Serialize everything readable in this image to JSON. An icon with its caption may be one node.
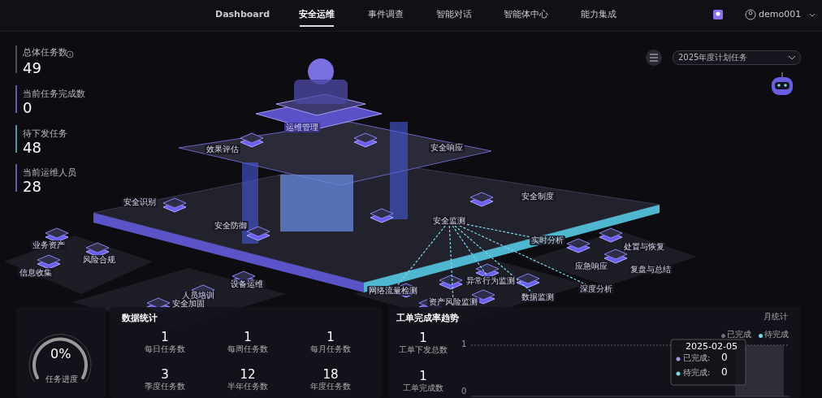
{
  "diagram": {
    "nodes": [
      {
        "text": [
          "运维管理"
        ]
      },
      {
        "text": [
          "效果评估"
        ]
      },
      {
        "text": [
          "安全响应"
        ]
      },
      {
        "text": [
          "安全识别"
        ]
      },
      {
        "text": [
          "安全防御"
        ]
      },
      {
        "text": [
          "安全监测"
        ]
      },
      {
        "text": [
          "安全制度"
        ]
      },
      {
        "text": [
          "业务资产"
        ]
      },
      {
        "text": [
          "风险合规"
        ]
      },
      {
        "text": [
          "信息收集"
        ]
      },
      {
        "text": [
          "设备运维"
        ]
      },
      {
        "text": [
          "人员培训"
        ]
      },
      {
        "text": [
          "安全加固"
        ]
      },
      {
        "text": [
          "网络流量检测"
        ]
      },
      {
        "text": [
          "异常行为监测"
        ]
      },
      {
        "text": [
          "实时分析"
        ]
      },
      {
        "text": [
          "深度分析"
        ]
      },
      {
        "text": [
          "数据监测"
        ]
      },
      {
        "text": [
          "资产风险监测"
        ]
      },
      {
        "text": [
          "应急响应"
        ]
      },
      {
        "text": [
          "处置与恢复"
        ]
      },
      {
        "text": [
          "复盘与总结"
        ]
      }
    ],
    "edges": [
      {
        "from": 5,
        "to": 13,
        "arrow": "none",
        "style": "dashed"
      },
      {
        "from": 5,
        "to": 14,
        "arrow": "none",
        "style": "dashed"
      },
      {
        "from": 5,
        "to": 15,
        "arrow": "none",
        "style": "dashed"
      },
      {
        "from": 5,
        "to": 16,
        "arrow": "none",
        "style": "dashed"
      },
      {
        "from": 5,
        "to": 17,
        "arrow": "none",
        "style": "dashed"
      },
      {
        "from": 5,
        "to": 18,
        "arrow": "none",
        "style": "dashed"
      }
    ],
    "labels": [
      "Dashboard",
      "安全运维",
      "事件调查",
      "智能对话",
      "智能体中心",
      "能力集成",
      "demo001",
      "总体任务数",
      "49",
      "当前任务完成数",
      "0",
      "待下发任务",
      "48",
      "当前运维人员",
      "28",
      "2025年度计划任务",
      "0%",
      "任务进度",
      "数据统计",
      "1",
      "每日任务数",
      "1",
      "每周任务数",
      "1",
      "每月任务数",
      "3",
      "季度任务数",
      "12",
      "半年任务数",
      "18",
      "年度任务数",
      "工单完成率趋势",
      "月统计",
      "1",
      "工单下发总数",
      "1",
      "工单完成数",
      "1",
      "0",
      "2025-02-05",
      "已完成:",
      "0",
      "待完成:",
      "0"
    ],
    "legend": [
      {
        "text": "已完成",
        "color": "#6e6e86"
      },
      {
        "text": "待完成",
        "color": "#7fd6e6"
      }
    ]
  }
}
